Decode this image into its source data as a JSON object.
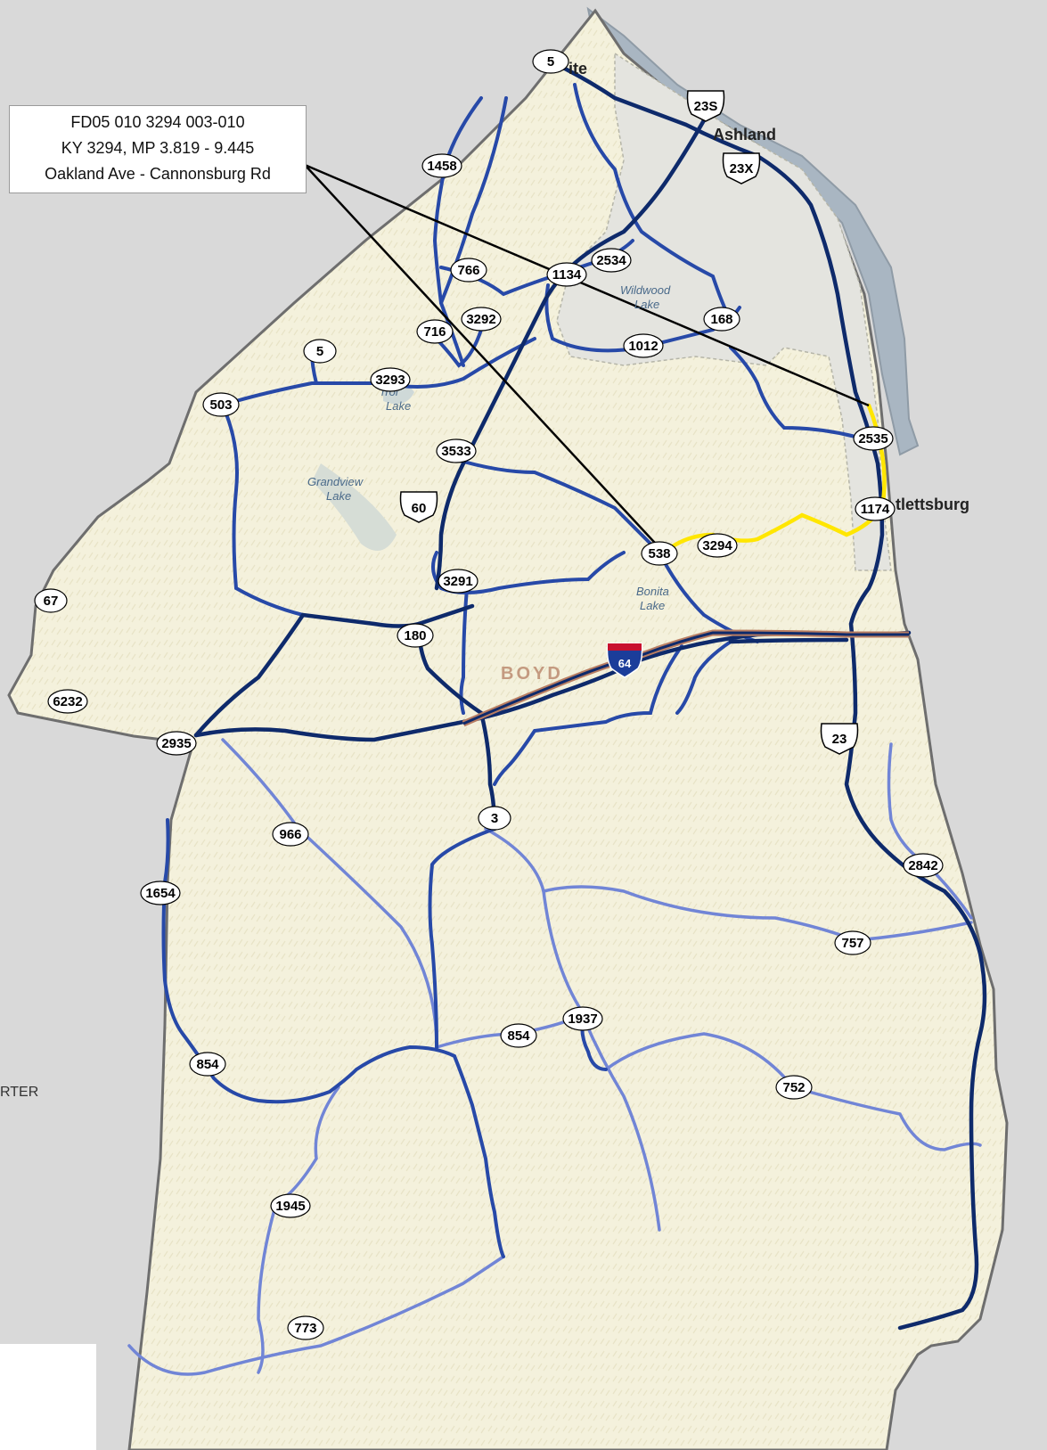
{
  "callout": {
    "line1": "FD05 010 3294 003-010",
    "line2": "KY 3294, MP 3.819 - 9.445",
    "line3": "Oakland Ave - Cannonsburg Rd"
  },
  "places": {
    "ashland": "Ashland",
    "catlettsburg": "tlettsburg",
    "top_fragment": "ite",
    "carter_fragment": "RTER"
  },
  "county_label": "BOYD",
  "lakes": {
    "wildwood": [
      "Wildwood",
      "Lake"
    ],
    "carrol": [
      "rrol",
      "Lake"
    ],
    "grandview": [
      "Grandview",
      "Lake"
    ],
    "bonita": [
      "Bonita",
      "Lake"
    ]
  },
  "route_labels": {
    "r5_top": "5",
    "us23s": "23S",
    "us23x": "23X",
    "r1458": "1458",
    "r766": "766",
    "r1134": "1134",
    "r2534": "2534",
    "r168": "168",
    "r3292": "3292",
    "r716": "716",
    "r1012": "1012",
    "r5_mid": "5",
    "r3293": "3293",
    "r503": "503",
    "r2535": "2535",
    "r3533": "3533",
    "us60": "60",
    "r1174": "1174",
    "r538": "538",
    "r3294": "3294",
    "r67": "67",
    "r3291": "3291",
    "r180": "180",
    "i64": "64",
    "r6232": "6232",
    "r2935": "2935",
    "us23": "23",
    "r3": "3",
    "r966": "966",
    "r2842": "2842",
    "r1654": "1654",
    "r757": "757",
    "r1937": "1937",
    "r854_mid": "854",
    "r854_left": "854",
    "r752": "752",
    "r1945": "1945",
    "r773": "773"
  },
  "colors": {
    "county_fill": "#f4f1dc",
    "outside": "#d9d9d9",
    "urban": "#e4e4df",
    "river": "#a9b6c2",
    "primary_road": "#0e2a6b",
    "secondary_road": "#2749a8",
    "tertiary_road": "#7185d6",
    "interstate_casing": "#b87d62",
    "highlight_segment": "#ffe600",
    "leader_line": "#000000"
  }
}
